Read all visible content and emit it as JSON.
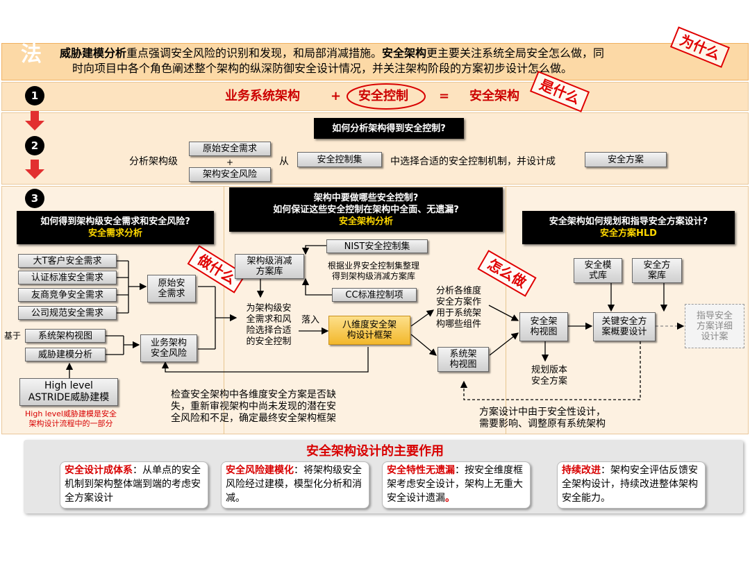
{
  "header": {
    "fa": "法",
    "seg1": "威胁建模分析",
    "seg2": "重点强调安全风险的识别和发现，和局部消减措施。",
    "seg3": "安全架构",
    "seg4": "更主要关注系统全局安全怎么做，同",
    "line2": "时向项目中各个角色阐述整个架构的纵深防御安全设计情况，并关注架构阶段的方案初步设计怎么做。"
  },
  "stamps": {
    "why": "为什么",
    "what": "是什么",
    "do_what": "做什么",
    "how": "怎么做"
  },
  "steps": [
    "1",
    "2",
    "3"
  ],
  "equation": {
    "a": "业务系统架构",
    "plus": "+",
    "b": "安全控制",
    "eq": "=",
    "c": "安全架构"
  },
  "row2": {
    "title": "如何分析架构得到安全控制?",
    "prefix": "分析架构级",
    "req": "原始安全需求",
    "plus": "+",
    "risk": "架构安全风险",
    "from": "从",
    "set": "安全控制集",
    "mid": "中选择合适的安全控制机制，并设计成",
    "plan": "安全方案"
  },
  "left": {
    "title1": "如何得到架构级安全需求和安全风险?",
    "title2": "安全需求分析",
    "reqs": [
      "大T客户安全需求",
      "认证标准安全需求",
      "友商竞争安全需求",
      "公司规范安全需求"
    ],
    "based": "基于",
    "views": [
      "系统架构视图",
      "威胁建模分析"
    ],
    "orig1": "原始安",
    "orig2": "全需求",
    "biz1": "业务架构",
    "biz2": "安全风险",
    "hl1": "High level",
    "hl2": "ASTRIDE威胁建模",
    "note1": "High level威胁建模是安全",
    "note2": "架构设计流程中的一部分"
  },
  "middle": {
    "title1": "架构中要做哪些安全控制?",
    "title2": "如何保证这些安全控制在架构中全面、无遗漏?",
    "title3": "安全架构分析",
    "nist": "NIST安全控制集",
    "lib1": "架构级消减",
    "lib2": "方案库",
    "org1": "根据业界安全控制集整理",
    "org2": "得到架构级消减方案库",
    "cc": "CC标准控制项",
    "sel": [
      "为架构级安",
      "全需求和风",
      "险选择合适",
      "的安全控制"
    ],
    "land": "落入",
    "frame1": "八维度安全架",
    "frame2": "构设计框架",
    "check": [
      "检查安全架构中各维度安全方案是否缺",
      "失，重新审视架构中尚未发现的潜在安",
      "全风险和不足，确定最终安全架构框架"
    ]
  },
  "right": {
    "title1": "安全架构如何规划和指导安全方案设计?",
    "title2": "安全方案HLD",
    "analyze": [
      "分析各维度",
      "安全方案作",
      "用于系统架",
      "构哪些组件"
    ],
    "sysview1": "系统架",
    "sysview2": "构视图",
    "pattern1": "安全模",
    "pattern2": "式库",
    "planlib1": "安全方",
    "planlib2": "案库",
    "secview1": "安全架",
    "secview2": "构视图",
    "keyplan1": "关键安全方",
    "keyplan2": "案概要设计",
    "guide": [
      "指导安全",
      "方案详细",
      "设计案"
    ],
    "version1": "规划版本",
    "version2": "安全方案",
    "feedback1": "方案设计中由于安全性设计，",
    "feedback2": "需要影响、调整原有系统架构"
  },
  "bottom": {
    "title": "安全架构设计的主要作用",
    "cards": [
      {
        "head": "安全设计成体系",
        "sep": "：",
        "body": "从单点的安全机制到架构整体端到端的考虑安全方案设计",
        "tail": ""
      },
      {
        "head": "安全风险建模化",
        "sep": "：",
        "body": "将架构级安全风险经过建模，模型化分析和消减。",
        "tail": ""
      },
      {
        "head": "安全特性无遗漏",
        "sep": "：",
        "body": "按安全维度框架考虑安全设计，架构上无重大安全设计遗漏",
        "tail": "。"
      },
      {
        "head": "持续改进",
        "sep": "：",
        "body": "架构安全评估反馈安全架构设计，持续改进整体架构安全能力。",
        "tail": ""
      }
    ]
  },
  "colors": {
    "band": "#fcd9a6",
    "frame": "#f6c94a",
    "red": "#d80000",
    "yellow": "#ffd800"
  }
}
